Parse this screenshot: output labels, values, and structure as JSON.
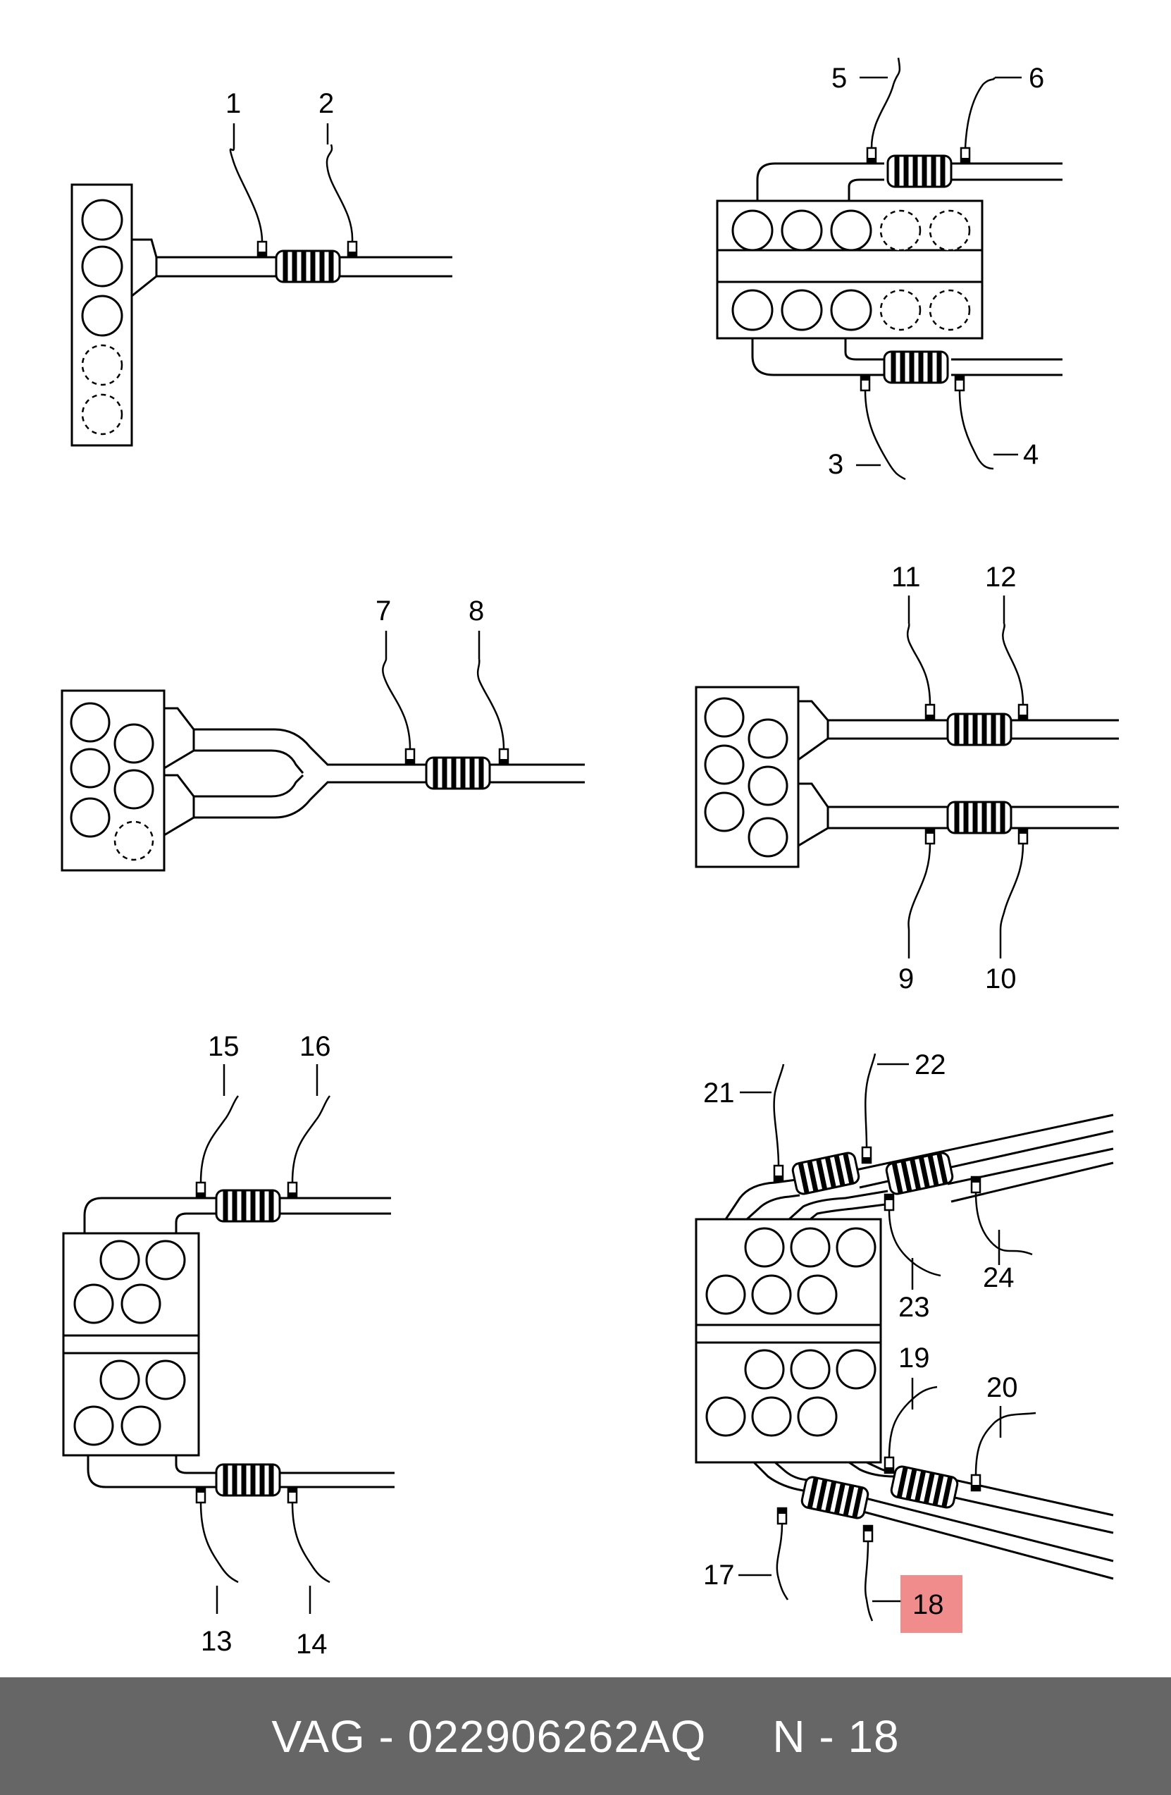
{
  "footer": {
    "brand": "VAG",
    "part_number": "022906262AQ",
    "position": "N - 18",
    "text": "VAG - 022906262AQ     N - 18"
  },
  "highlight_color": "#f08080",
  "labels": {
    "n1": "1",
    "n2": "2",
    "n3": "3",
    "n4": "4",
    "n5": "5",
    "n6": "6",
    "n7": "7",
    "n8": "8",
    "n9": "9",
    "n10": "10",
    "n11": "11",
    "n12": "12",
    "n13": "13",
    "n14": "14",
    "n15": "15",
    "n16": "16",
    "n17": "17",
    "n18": "18",
    "n19": "19",
    "n20": "20",
    "n21": "21",
    "n22": "22",
    "n23": "23",
    "n24": "24"
  },
  "highlighted_label": "18"
}
